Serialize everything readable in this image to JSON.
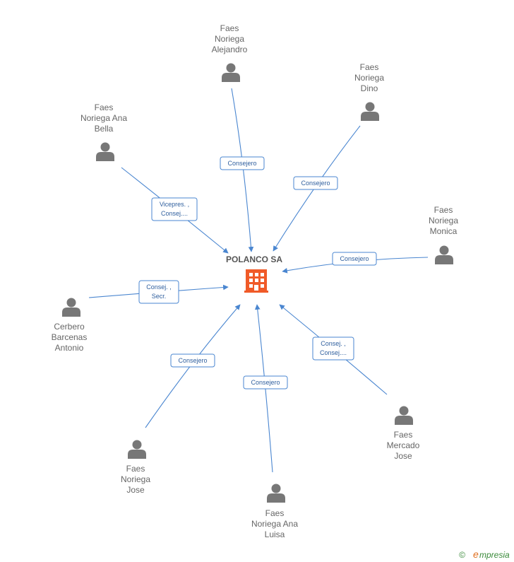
{
  "center": {
    "name": "POLANCO SA",
    "icon": "building-icon",
    "color": "#f05a28"
  },
  "people": [
    {
      "id": "alejandro",
      "name": [
        "Faes",
        "Noriega",
        "Alejandro"
      ],
      "icon": "person-icon"
    },
    {
      "id": "dino",
      "name": [
        "Faes",
        "Noriega",
        "Dino"
      ],
      "icon": "person-icon"
    },
    {
      "id": "ana-bella",
      "name": [
        "Faes",
        "Noriega Ana",
        "Bella"
      ],
      "icon": "person-icon"
    },
    {
      "id": "monica",
      "name": [
        "Faes",
        "Noriega",
        "Monica"
      ],
      "icon": "person-icon"
    },
    {
      "id": "cerbero",
      "name": [
        "Cerbero",
        "Barcenas",
        "Antonio"
      ],
      "icon": "person-icon"
    },
    {
      "id": "jose",
      "name": [
        "Faes",
        "Noriega",
        "Jose"
      ],
      "icon": "person-icon"
    },
    {
      "id": "ana-luisa",
      "name": [
        "Faes",
        "Noriega Ana",
        "Luisa"
      ],
      "icon": "person-icon"
    },
    {
      "id": "mercado",
      "name": [
        "Faes",
        "Mercado",
        "Jose"
      ],
      "icon": "person-icon"
    }
  ],
  "edges": [
    {
      "from": "alejandro",
      "label": [
        "Consejero"
      ]
    },
    {
      "from": "dino",
      "label": [
        "Consejero"
      ]
    },
    {
      "from": "ana-bella",
      "label": [
        "Vicepres. ,",
        "Consej...."
      ]
    },
    {
      "from": "monica",
      "label": [
        "Consejero"
      ]
    },
    {
      "from": "cerbero",
      "label": [
        "Consej. ,",
        "Secr."
      ]
    },
    {
      "from": "jose",
      "label": [
        "Consejero"
      ]
    },
    {
      "from": "ana-luisa",
      "label": [
        "Consejero"
      ]
    },
    {
      "from": "mercado",
      "label": [
        "Consej. ,",
        "Consej...."
      ]
    }
  ],
  "colors": {
    "edge": "#4a86d0",
    "person": "#777777",
    "label_text": "#2f5f9e"
  },
  "watermark": {
    "symbol": "©",
    "initial": "e",
    "text": "mpresia"
  }
}
